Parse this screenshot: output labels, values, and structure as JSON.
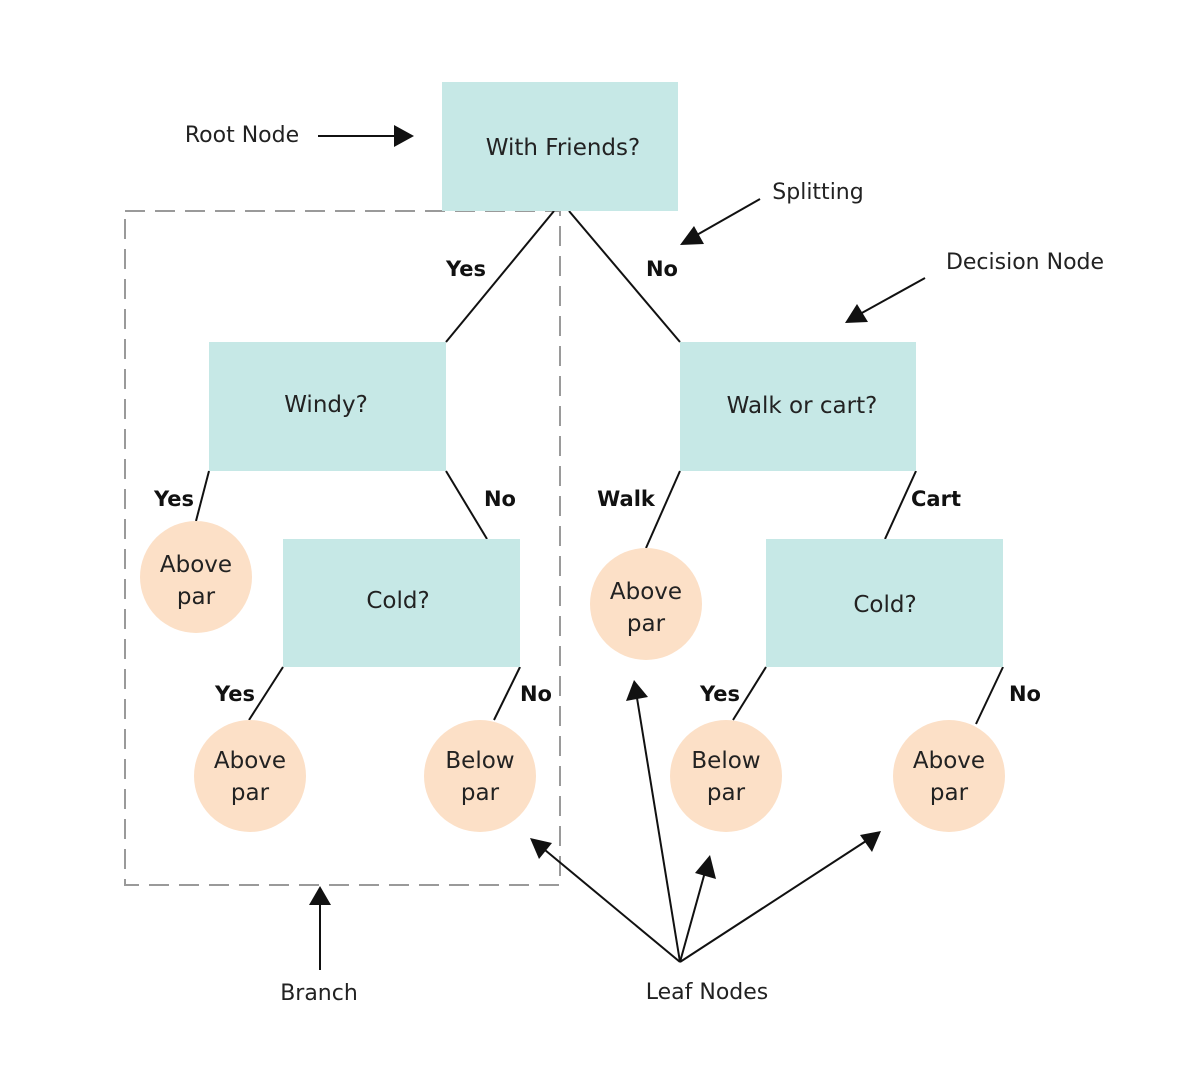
{
  "colors": {
    "decision_fill": "#c6e8e6",
    "leaf_fill": "#fce0c7",
    "line": "#111111",
    "branch_border": "#9a9a9a"
  },
  "nodes": {
    "root": "With Friends?",
    "windy": "Windy?",
    "walk_or_cart": "Walk or cart?",
    "cold_left": "Cold?",
    "cold_right": "Cold?"
  },
  "leaves": {
    "leaf1": [
      "Above",
      "par"
    ],
    "leaf2": [
      "Above",
      "par"
    ],
    "leaf3": [
      "Below",
      "par"
    ],
    "leaf4": [
      "Above",
      "par"
    ],
    "leaf5": [
      "Below",
      "par"
    ],
    "leaf6": [
      "Above",
      "par"
    ]
  },
  "edge_labels": {
    "root_yes": "Yes",
    "root_no": "No",
    "windy_yes": "Yes",
    "windy_no": "No",
    "cold_left_yes": "Yes",
    "cold_left_no": "No",
    "walk": "Walk",
    "cart": "Cart",
    "cold_right_yes": "Yes",
    "cold_right_no": "No"
  },
  "annotations": {
    "root_node": "Root Node",
    "splitting": "Splitting",
    "decision_node": "Decision Node",
    "branch": "Branch",
    "leaf_nodes": "Leaf Nodes"
  }
}
